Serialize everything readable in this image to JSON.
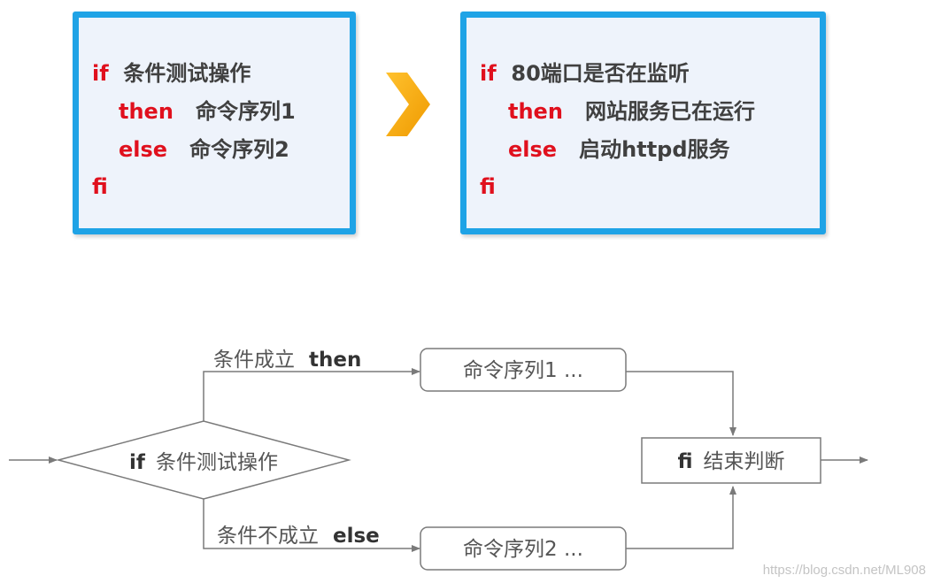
{
  "left_box": {
    "lines": [
      {
        "kw": "if",
        "text": "条件测试操作"
      },
      {
        "kw": "then",
        "text": "命令序列1"
      },
      {
        "kw": "else",
        "text": "命令序列2"
      },
      {
        "kw": "fi",
        "text": ""
      }
    ]
  },
  "right_box": {
    "lines": [
      {
        "kw": "if",
        "text": "80端口是否在监听"
      },
      {
        "kw": "then",
        "text": "网站服务已在运行"
      },
      {
        "kw": "else",
        "text": "启动httpd服务"
      },
      {
        "kw": "fi",
        "text": ""
      }
    ]
  },
  "flowchart": {
    "diamond_kw": "if",
    "diamond_text": "条件测试操作",
    "branch_true_label": "条件成立",
    "branch_true_kw": "then",
    "branch_false_label": "条件不成立",
    "branch_false_kw": "else",
    "box_then": "命令序列1 ...",
    "box_else": "命令序列2 ...",
    "end_kw": "fi",
    "end_text": "结束判断"
  },
  "colors": {
    "keyword": "#e0101d",
    "border": "#1fa3e6",
    "chevron": "#f5a800",
    "flow_line": "#7a7a7a"
  },
  "watermark": "https://blog.csdn.net/ML908"
}
